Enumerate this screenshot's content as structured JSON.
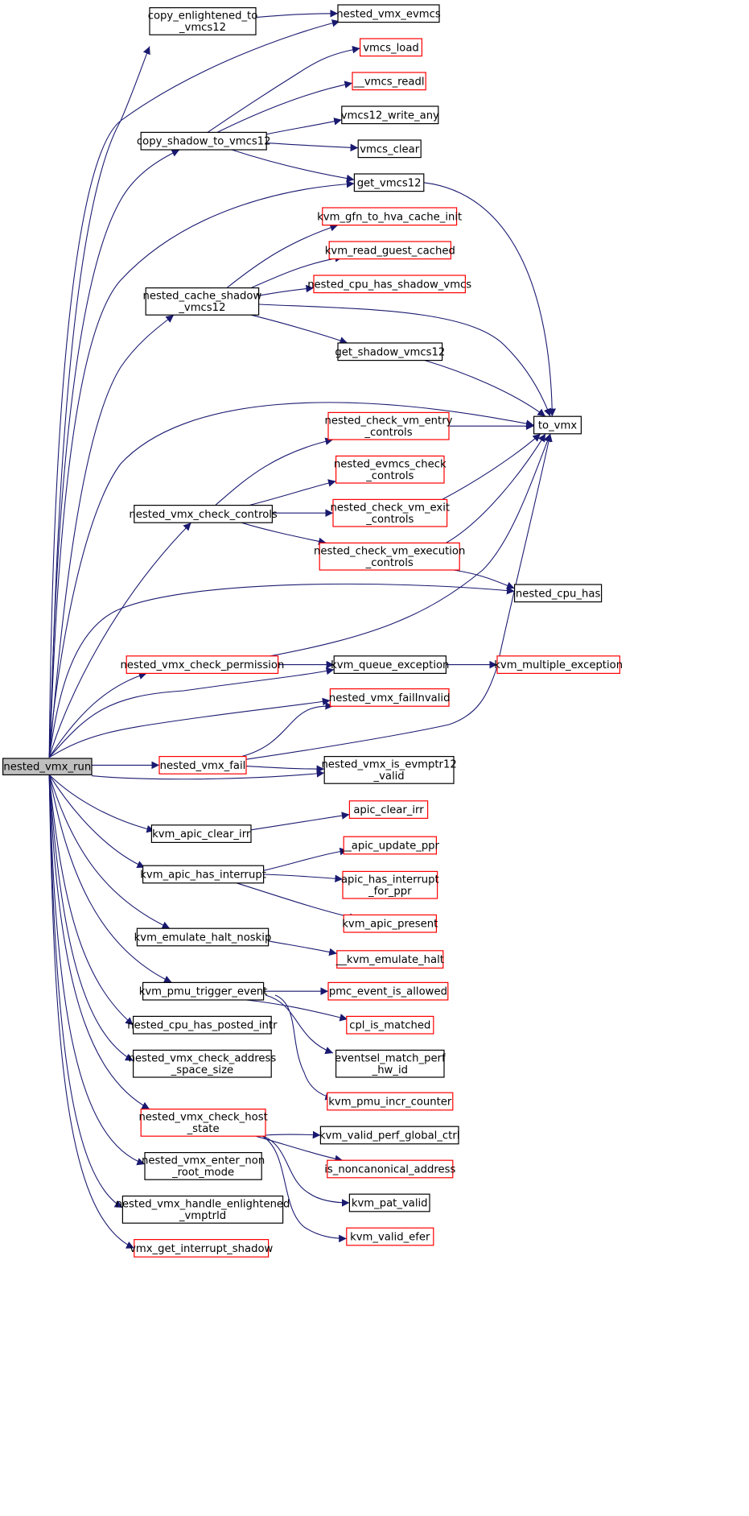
{
  "colors": {
    "edge": "#191970",
    "border_documented": "#000000",
    "border_undocumented": "#ff0000",
    "root_fill": "#bfbfbf",
    "node_fill": "#ffffff",
    "text": "#000000"
  },
  "nodes": [
    {
      "id": "root",
      "lines": [
        "nested_vmx_run"
      ],
      "style": "root"
    },
    {
      "id": "copy_enl",
      "lines": [
        "copy_enlightened_to",
        "_vmcs12"
      ],
      "style": "documented"
    },
    {
      "id": "evmcs",
      "lines": [
        "nested_vmx_evmcs"
      ],
      "style": "documented"
    },
    {
      "id": "copy_shadow",
      "lines": [
        "copy_shadow_to_vmcs12"
      ],
      "style": "documented"
    },
    {
      "id": "vmcs_load",
      "lines": [
        "vmcs_load"
      ],
      "style": "undocumented"
    },
    {
      "id": "vmcs_readl",
      "lines": [
        "__vmcs_readl"
      ],
      "style": "undocumented"
    },
    {
      "id": "vmcs12_write_any",
      "lines": [
        "vmcs12_write_any"
      ],
      "style": "documented"
    },
    {
      "id": "vmcs_clear",
      "lines": [
        "vmcs_clear"
      ],
      "style": "documented"
    },
    {
      "id": "get_vmcs12",
      "lines": [
        "get_vmcs12"
      ],
      "style": "documented"
    },
    {
      "id": "kvm_gfn",
      "lines": [
        "kvm_gfn_to_hva_cache_init"
      ],
      "style": "undocumented"
    },
    {
      "id": "kvm_read",
      "lines": [
        "kvm_read_guest_cached"
      ],
      "style": "undocumented"
    },
    {
      "id": "cpu_shadow",
      "lines": [
        "nested_cpu_has_shadow_vmcs"
      ],
      "style": "undocumented"
    },
    {
      "id": "cache_shadow",
      "lines": [
        "nested_cache_shadow",
        "_vmcs12"
      ],
      "style": "documented"
    },
    {
      "id": "get_shadow",
      "lines": [
        "get_shadow_vmcs12"
      ],
      "style": "documented"
    },
    {
      "id": "to_vmx",
      "lines": [
        "to_vmx"
      ],
      "style": "documented"
    },
    {
      "id": "entry_ctl",
      "lines": [
        "nested_check_vm_entry",
        "_controls"
      ],
      "style": "undocumented"
    },
    {
      "id": "evmcs_ctl",
      "lines": [
        "nested_evmcs_check",
        "_controls"
      ],
      "style": "undocumented"
    },
    {
      "id": "check_ctl",
      "lines": [
        "nested_vmx_check_controls"
      ],
      "style": "documented"
    },
    {
      "id": "exit_ctl",
      "lines": [
        "nested_check_vm_exit",
        "_controls"
      ],
      "style": "undocumented"
    },
    {
      "id": "exec_ctl",
      "lines": [
        "nested_check_vm_execution",
        "_controls"
      ],
      "style": "undocumented"
    },
    {
      "id": "cpu_has",
      "lines": [
        "nested_cpu_has"
      ],
      "style": "documented"
    },
    {
      "id": "check_perm",
      "lines": [
        "nested_vmx_check_permission"
      ],
      "style": "undocumented"
    },
    {
      "id": "queue_exc",
      "lines": [
        "kvm_queue_exception"
      ],
      "style": "documented"
    },
    {
      "id": "multi_exc",
      "lines": [
        "kvm_multiple_exception"
      ],
      "style": "undocumented"
    },
    {
      "id": "fail_invalid",
      "lines": [
        "nested_vmx_failInvalid"
      ],
      "style": "undocumented"
    },
    {
      "id": "vmx_fail",
      "lines": [
        "nested_vmx_fail"
      ],
      "style": "undocumented"
    },
    {
      "id": "evmptr",
      "lines": [
        "nested_vmx_is_evmptr12",
        "_valid"
      ],
      "style": "documented"
    },
    {
      "id": "apic_clear_irr_k",
      "lines": [
        "kvm_apic_clear_irr"
      ],
      "style": "documented"
    },
    {
      "id": "apic_clear_irr",
      "lines": [
        "apic_clear_irr"
      ],
      "style": "undocumented"
    },
    {
      "id": "apic_ppr",
      "lines": [
        "__apic_update_ppr"
      ],
      "style": "undocumented"
    },
    {
      "id": "apic_has_int",
      "lines": [
        "kvm_apic_has_interrupt"
      ],
      "style": "documented"
    },
    {
      "id": "apic_int_ppr",
      "lines": [
        "apic_has_interrupt",
        "_for_ppr"
      ],
      "style": "undocumented"
    },
    {
      "id": "apic_present",
      "lines": [
        "kvm_apic_present"
      ],
      "style": "undocumented"
    },
    {
      "id": "halt_noskip",
      "lines": [
        "kvm_emulate_halt_noskip"
      ],
      "style": "documented"
    },
    {
      "id": "emulate_halt",
      "lines": [
        "__kvm_emulate_halt"
      ],
      "style": "undocumented"
    },
    {
      "id": "pmu_trigger",
      "lines": [
        "kvm_pmu_trigger_event"
      ],
      "style": "documented"
    },
    {
      "id": "pmc_allowed",
      "lines": [
        "pmc_event_is_allowed"
      ],
      "style": "undocumented"
    },
    {
      "id": "cpl_matched",
      "lines": [
        "cpl_is_matched"
      ],
      "style": "undocumented"
    },
    {
      "id": "cpu_posted",
      "lines": [
        "nested_cpu_has_posted_intr"
      ],
      "style": "documented"
    },
    {
      "id": "eventsel",
      "lines": [
        "eventsel_match_perf",
        "_hw_id"
      ],
      "style": "documented"
    },
    {
      "id": "addr_space",
      "lines": [
        "nested_vmx_check_address",
        "_space_size"
      ],
      "style": "documented"
    },
    {
      "id": "pmu_incr",
      "lines": [
        "kvm_pmu_incr_counter"
      ],
      "style": "undocumented"
    },
    {
      "id": "host_state",
      "lines": [
        "nested_vmx_check_host",
        "_state"
      ],
      "style": "undocumented"
    },
    {
      "id": "perf_global",
      "lines": [
        "kvm_valid_perf_global_ctrl"
      ],
      "style": "documented"
    },
    {
      "id": "noncanon",
      "lines": [
        "is_noncanonical_address"
      ],
      "style": "undocumented"
    },
    {
      "id": "enter_nonroot",
      "lines": [
        "nested_vmx_enter_non",
        "_root_mode"
      ],
      "style": "documented"
    },
    {
      "id": "pat_valid",
      "lines": [
        "kvm_pat_valid"
      ],
      "style": "documented"
    },
    {
      "id": "handle_enl",
      "lines": [
        "nested_vmx_handle_enlightened",
        "_vmptrld"
      ],
      "style": "documented"
    },
    {
      "id": "valid_efer",
      "lines": [
        "kvm_valid_efer"
      ],
      "style": "undocumented"
    },
    {
      "id": "int_shadow",
      "lines": [
        "vmx_get_interrupt_shadow"
      ],
      "style": "undocumented"
    }
  ]
}
